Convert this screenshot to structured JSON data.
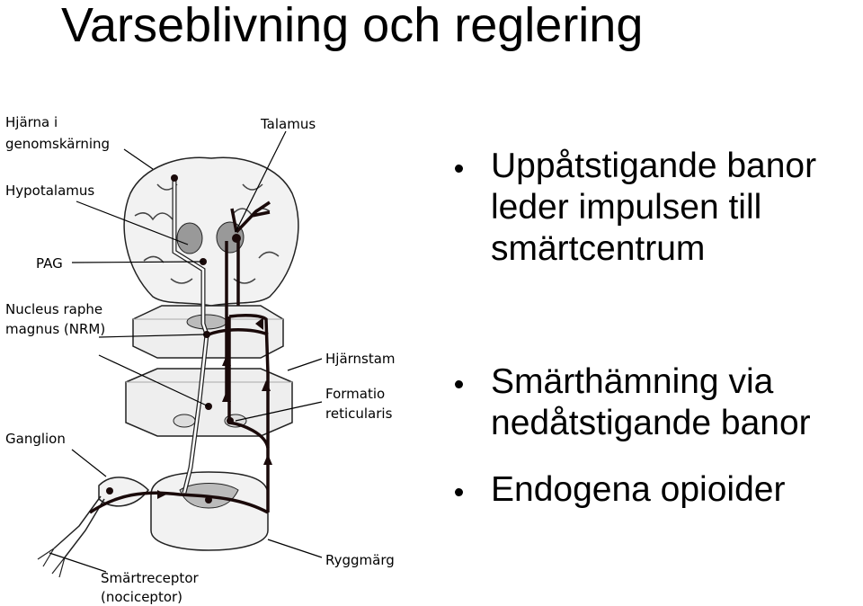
{
  "slide": {
    "title": "Varseblivning och reglering"
  },
  "figure": {
    "labels": {
      "brain_section": [
        "Hjärna i",
        "genomskärning"
      ],
      "hypothalamus": "Hypotalamus",
      "pag": "PAG",
      "nrm": [
        "Nucleus raphe",
        "magnus (NRM)"
      ],
      "ganglion": "Ganglion",
      "nociceptor": [
        "Smärtreceptor",
        "(nociceptor)"
      ],
      "thalamus": "Talamus",
      "brainstem": "Hjärnstam",
      "formatio": [
        "Formatio",
        "reticularis"
      ],
      "spinal_cord": "Ryggmärg"
    }
  },
  "bullets": [
    {
      "lines": [
        "Uppåtstigande banor",
        "leder impulsen till",
        "smärtcentrum"
      ]
    },
    {
      "lines": [
        "Smärthämning via",
        "nedåtstigande banor"
      ]
    },
    {
      "lines": [
        "Endogena opioider"
      ]
    }
  ]
}
